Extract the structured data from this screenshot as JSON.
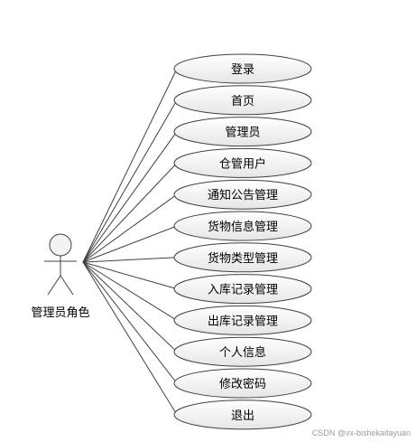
{
  "actor": {
    "label": "管理员角色"
  },
  "use_cases": [
    "登录",
    "首页",
    "管理员",
    "仓管用户",
    "通知公告管理",
    "货物信息管理",
    "货物类型管理",
    "入库记录管理",
    "出库记录管理",
    "个人信息",
    "修改密码",
    "退出"
  ],
  "watermark": "CSDN @vx-bishekaifayuan",
  "colors": {
    "line": "#404040",
    "ellipse_stroke": "#404040",
    "ellipse_fill_top": "#ffffff",
    "ellipse_fill_bottom": "#e6e6e6"
  }
}
